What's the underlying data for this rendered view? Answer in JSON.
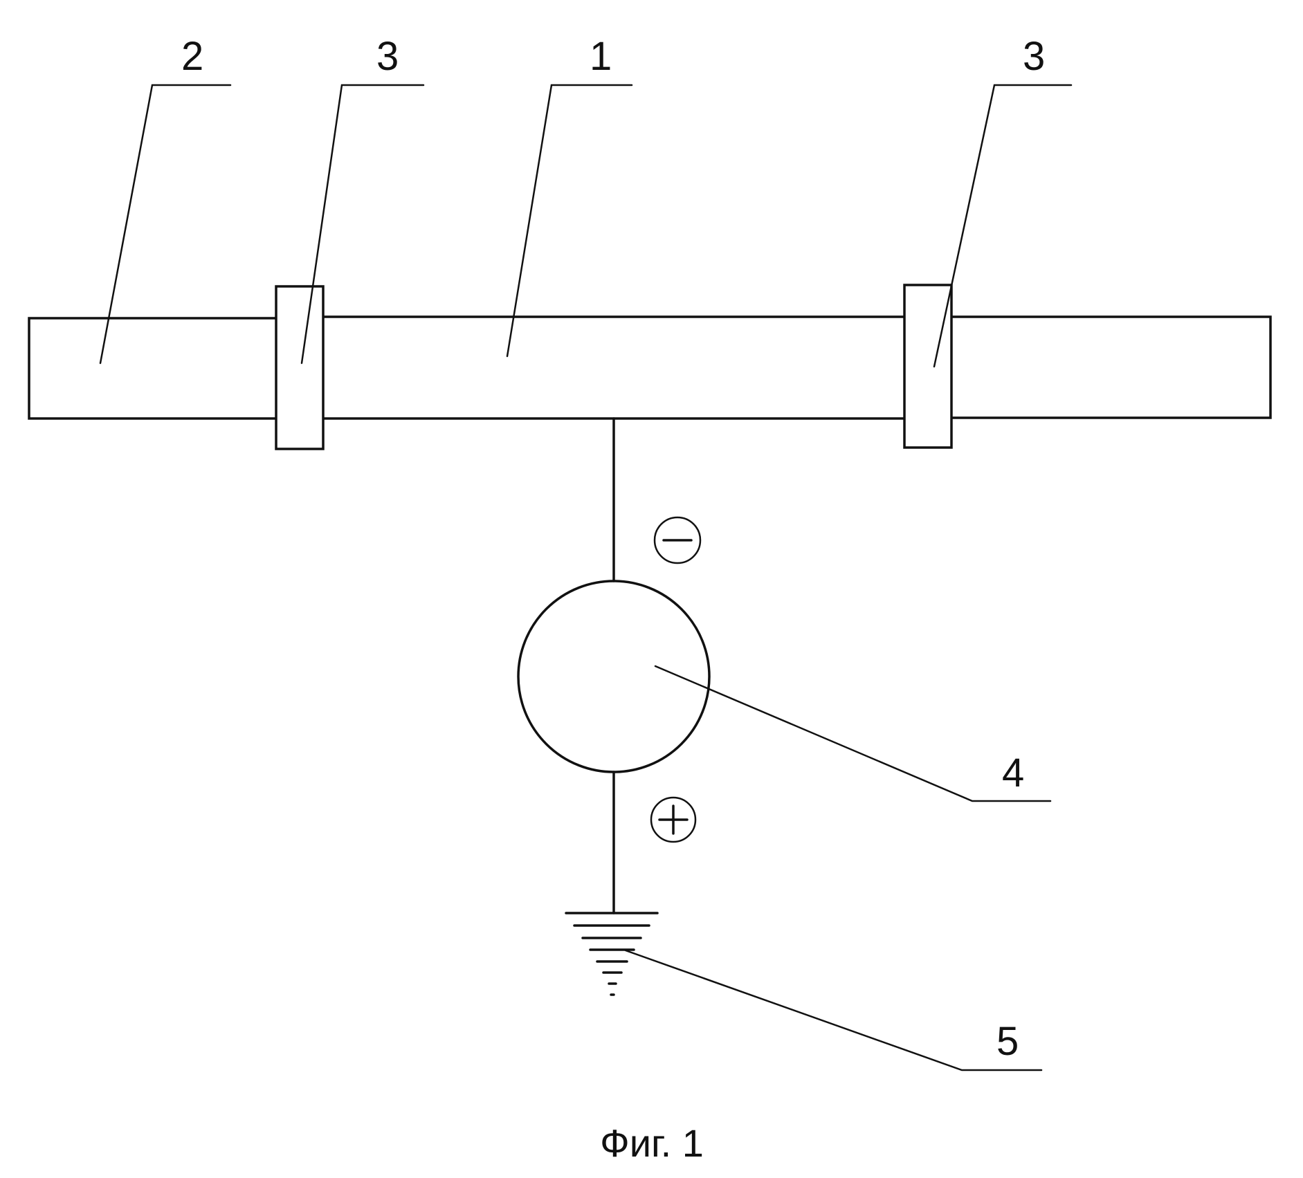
{
  "callouts": {
    "pipe_main": "1",
    "pipe_left": "2",
    "insulating_flange_left": "3",
    "insulating_flange_right": "3",
    "power_source": "4",
    "ground": "5"
  },
  "polarity": {
    "negative": "−",
    "positive": "+"
  },
  "caption": "Фиг. 1"
}
